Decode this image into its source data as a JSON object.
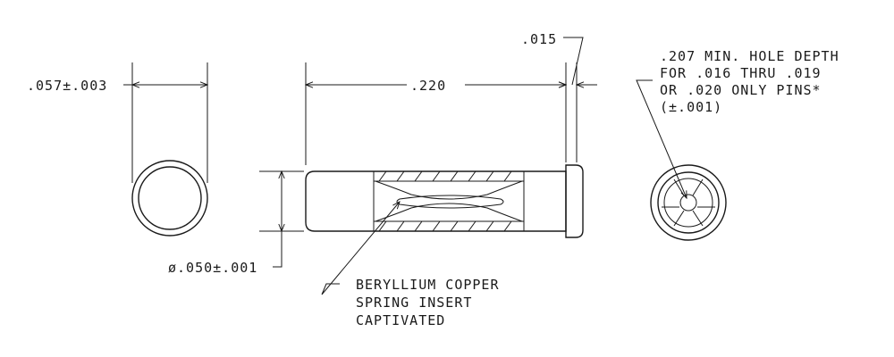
{
  "dimensions": {
    "side_diameter": ".057±.003",
    "overall_length": ".220",
    "flange_thickness": ".015",
    "body_diameter": "ø.050±.001"
  },
  "notes": {
    "hole_depth": [
      ".207 MIN. HOLE DEPTH",
      "FOR .016 THRU .019",
      "OR .020 ONLY PINS*",
      "(±.001)"
    ],
    "insert": [
      "BERYLLIUM COPPER",
      "SPRING INSERT",
      "CAPTIVATED"
    ]
  }
}
